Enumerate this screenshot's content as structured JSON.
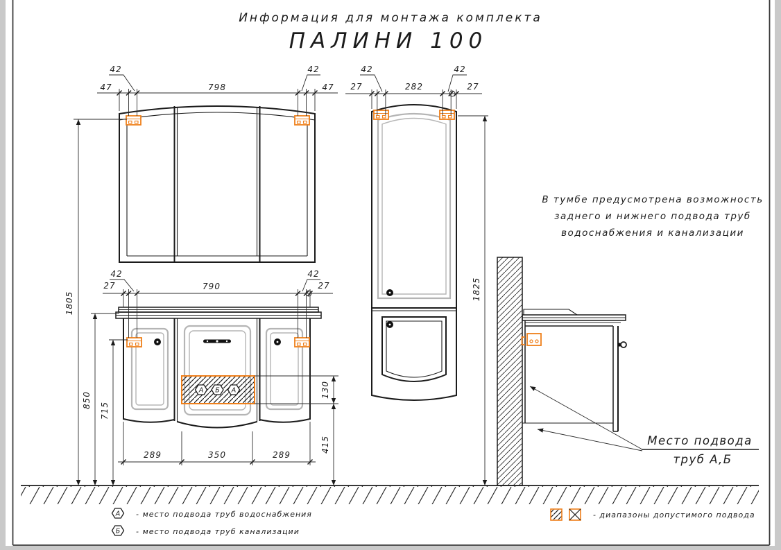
{
  "title": {
    "subtitle": "Информация для монтажа комплекта",
    "main": "ПАЛИНИ 100"
  },
  "note": {
    "line1": "В тумбе предусмотрена возможность",
    "line2": "заднего и нижнего подвода труб",
    "line3": "водоснабжения и канализации"
  },
  "supply_label": {
    "line1": "Место подвода",
    "line2": "труб  А,Б"
  },
  "dims": {
    "d47": "47",
    "d42": "42",
    "d798": "798",
    "d27": "27",
    "d790": "790",
    "d282": "282",
    "d289": "289",
    "d350": "350",
    "d130": "130",
    "d415": "415",
    "d1805": "1805",
    "d850": "850",
    "d715": "715",
    "d1825": "1825"
  },
  "markers": {
    "a": "А",
    "b": "Б"
  },
  "legend": {
    "water": "-  место подвода труб водоснабжения",
    "sewer": "-  место подвода труб канализации",
    "ranges": "-  диапазоны допустимого подвода"
  },
  "colors": {
    "accent": "#ef7f1a",
    "line": "#1b1b1b",
    "detail_gray": "#b5b5b5",
    "page_shadow": "#c9c9c9"
  }
}
